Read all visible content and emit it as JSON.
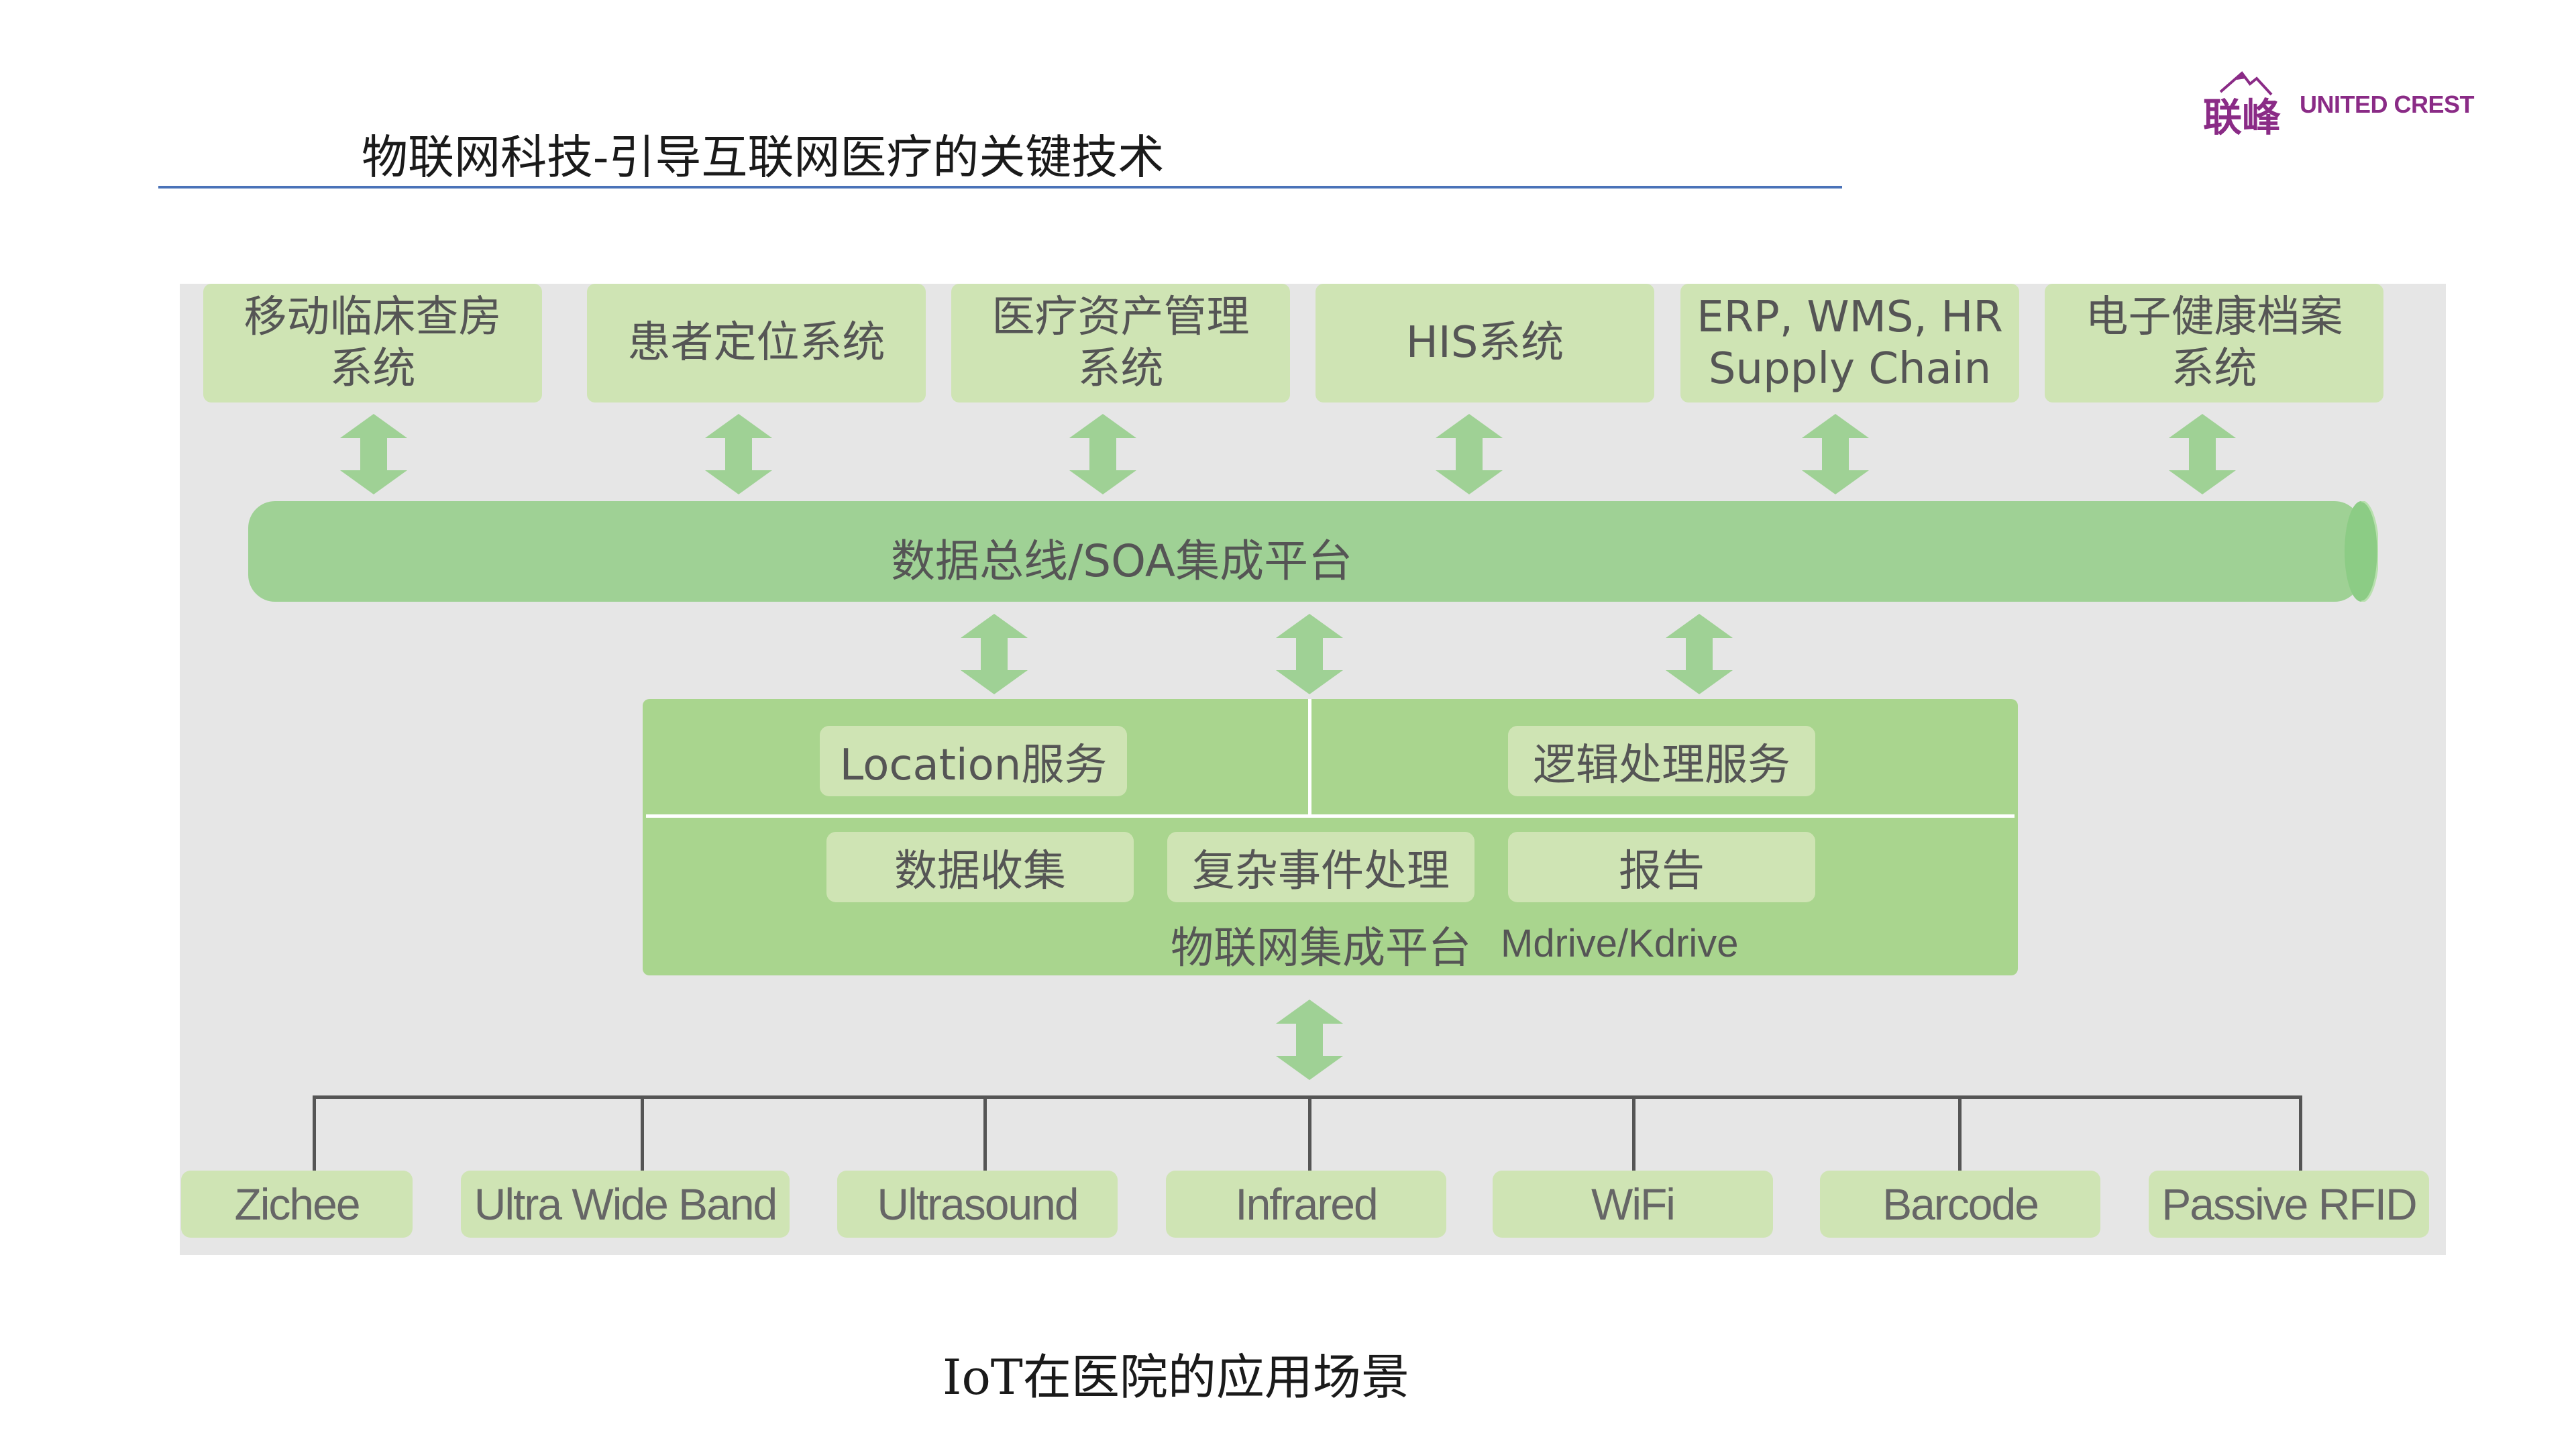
{
  "header": {
    "title": "物联网科技-引导互联网医疗的关键技术",
    "rule_color": "#4a72b8"
  },
  "logo": {
    "mark_text": "联峰",
    "text": "UNITED CREST",
    "color": "#8a2b86"
  },
  "applications": [
    {
      "lines": [
        "移动临床查房",
        "系统"
      ]
    },
    {
      "lines": [
        "患者定位系统"
      ]
    },
    {
      "lines": [
        "医疗资产管理",
        "系统"
      ]
    },
    {
      "lines": [
        "HIS系统"
      ]
    },
    {
      "lines": [
        "ERP, WMS, HR",
        "Supply Chain"
      ]
    },
    {
      "lines": [
        "电子健康档案",
        "系统"
      ]
    }
  ],
  "bus": {
    "label": "数据总线/SOA集成平台",
    "color": "#9fd195"
  },
  "platform": {
    "services": [
      "Location服务",
      "逻辑处理服务"
    ],
    "functions": [
      "数据收集",
      "复杂事件处理",
      "报告"
    ],
    "label": "物联网集成平台",
    "sub_label": "Mdrive/Kdrive"
  },
  "technologies": [
    "Zichee",
    "Ultra Wide Band",
    "Ultrasound",
    "Infrared",
    "WiFi",
    "Barcode",
    "Passive RFID"
  ],
  "caption": "IoT在医院的应用场景",
  "colors": {
    "box": "#cfe4b4",
    "platform": "#a9d58e",
    "arrow": "#9fd195",
    "panel": "#e6e6e6",
    "text": "#555555"
  }
}
